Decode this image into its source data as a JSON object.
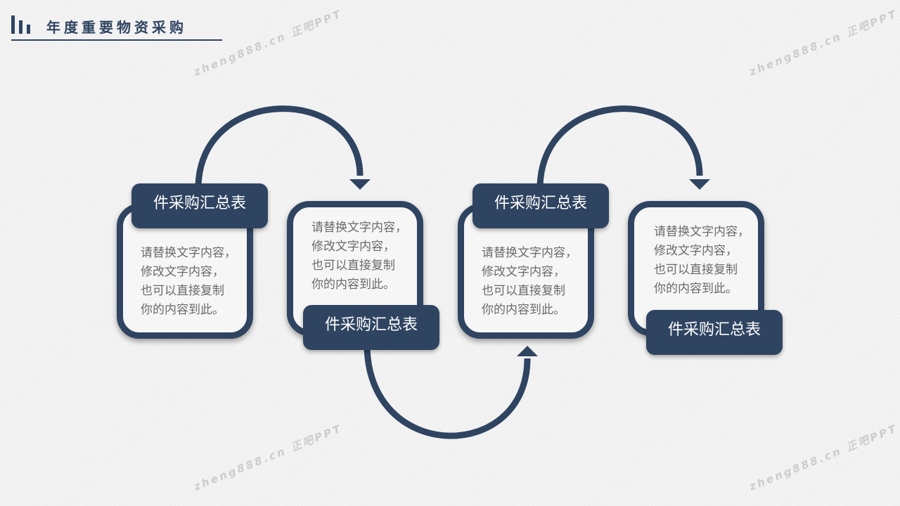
{
  "header": {
    "title": "年度重要物资采购"
  },
  "watermarks": [
    "zheng888.cn 正吧PPT",
    "zheng888.cn 正吧PPT",
    "zheng888.cn 正吧PPT",
    "zheng888.cn 正吧PPT"
  ],
  "steps": [
    {
      "label": "件采购汇总表",
      "text_lines": [
        "请替换文字内容，",
        "修改文字内容，",
        "也可以直接复制",
        "你的内容到此。"
      ]
    },
    {
      "label": "件采购汇总表",
      "text_lines": [
        "请替换文字内容，",
        "修改文字内容，",
        "也可以直接复制",
        "你的内容到此。"
      ]
    },
    {
      "label": "件采购汇总表",
      "text_lines": [
        "请替换文字内容，",
        "修改文字内容，",
        "也可以直接复制",
        "你的内容到此。"
      ]
    },
    {
      "label": "件采购汇总表",
      "text_lines": [
        "请替换文字内容，",
        "修改文字内容，",
        "也可以直接复制",
        "你的内容到此。"
      ]
    }
  ],
  "colors": {
    "primary": "#2f4461",
    "text": "#6a6a6a",
    "background": "#f3f3f3"
  }
}
